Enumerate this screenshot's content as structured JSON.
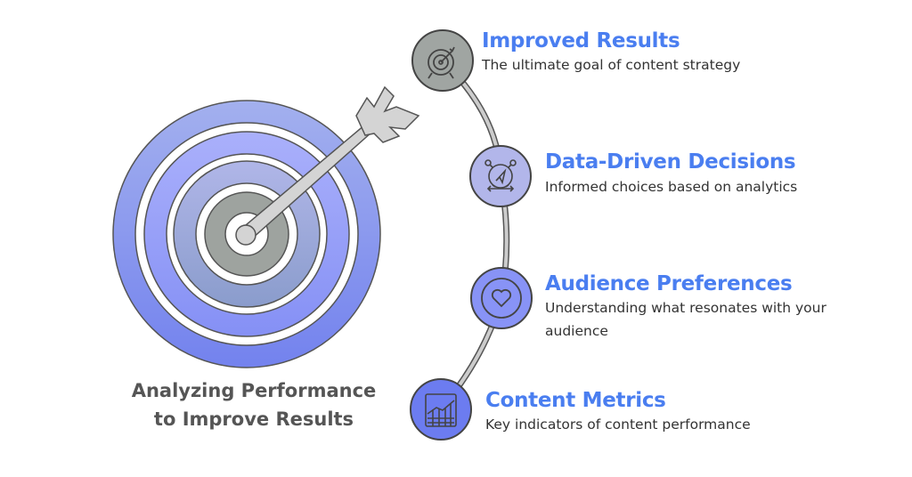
{
  "main_title": {
    "line1": "Analyzing Performance",
    "line2": "to Improve Results"
  },
  "items": [
    {
      "title": "Improved Results",
      "description": "The ultimate goal of content strategy",
      "icon": "target-icon"
    },
    {
      "title": "Data-Driven Decisions",
      "description": "Informed choices based on analytics",
      "icon": "navigation-arrows-icon"
    },
    {
      "title": "Audience Preferences",
      "description": "Understanding what resonates with your",
      "description2": "audience",
      "icon": "heart-icon"
    },
    {
      "title": "Content Metrics",
      "description": "Key indicators of content performance",
      "icon": "chart-grid-icon"
    }
  ],
  "colors": {
    "accent": "#4a7ef0",
    "ring_blue": "#8a98f5",
    "gray": "#9ea3a0"
  }
}
